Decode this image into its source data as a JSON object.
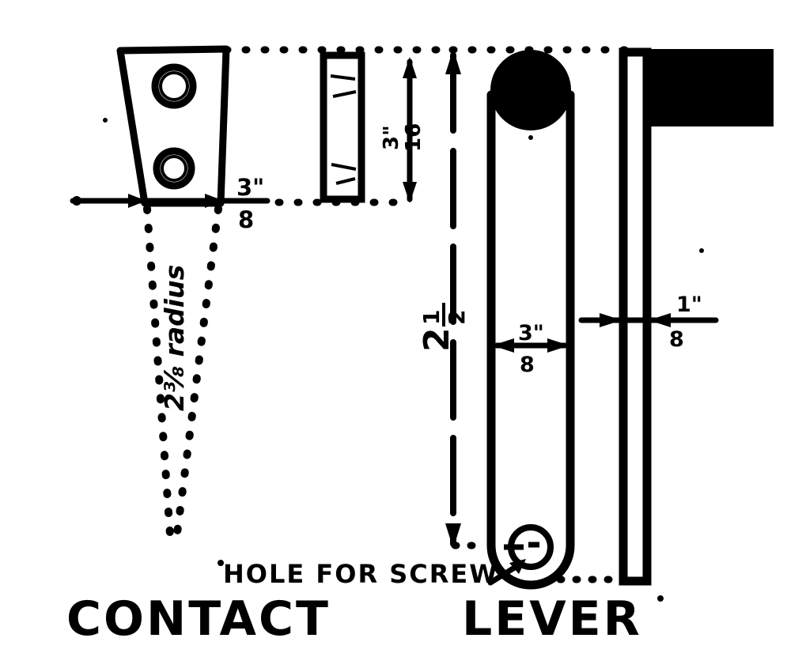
{
  "drawing": {
    "background_color": "#ffffff",
    "ink_color": "#000000",
    "figure_titles": {
      "left": "CONTACT",
      "right": "LEVER"
    },
    "notes": {
      "hole_for_screw": "HOLE FOR SCREW"
    }
  },
  "contact": {
    "title": "CONTACT",
    "front_view": {
      "shape": "tapered-trapezoid-plate",
      "holes": [
        {
          "name": "upper-hole",
          "style": "double-circle"
        },
        {
          "name": "lower-hole",
          "style": "double-circle"
        }
      ]
    },
    "radius_label": "2⅜ radius",
    "radius_value": "2 3/8",
    "thickness_label": "3\"",
    "thickness_denominator": "8",
    "thickness_value": "3/8\"",
    "side_view": {
      "shape": "narrow-outlined-rectangle"
    },
    "width_label": "3\"",
    "width_denominator": "16",
    "width_value": "3/16\""
  },
  "lever": {
    "title": "LEVER",
    "length_numerator": "1",
    "length_denominator": "2",
    "length_whole": "2",
    "length_label": "2½\"",
    "arm_width_numerator": "3\"",
    "arm_width_denominator": "8",
    "arm_width_label": "3/8\"",
    "thickness_numerator": "1\"",
    "thickness_denominator": "8",
    "thickness_label": "1/8\"",
    "front_view": {
      "shape": "rounded-slot-arm",
      "top_boss": "solid-filled-circle",
      "bottom_hole": "small-circle-screw-hole"
    },
    "side_view": {
      "shape": "narrow-vertical-strip-with-solid-block-at-top"
    },
    "screw_note": "HOLE FOR SCREW"
  }
}
